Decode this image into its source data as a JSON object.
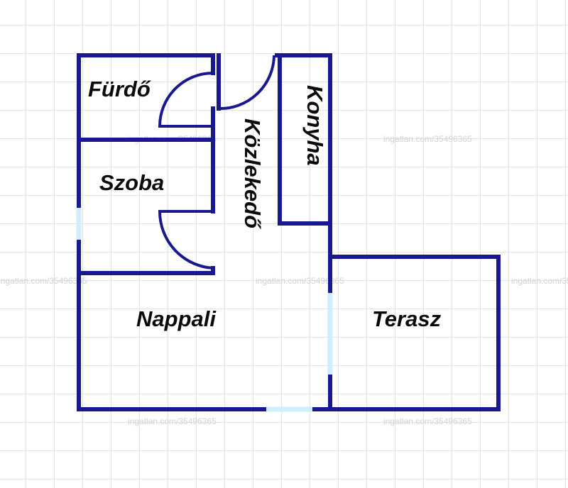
{
  "floor_plan": {
    "rooms": {
      "furdo": "Fürdő",
      "szoba": "Szoba",
      "kozlekedo": "Közlekedő",
      "konyha": "Konyha",
      "nappali": "Nappali",
      "terasz": "Terasz"
    },
    "watermark": "ingatlan.com/35496365",
    "colors": {
      "wall": "#1a1890",
      "window": "#cdeefa",
      "grid": "#e3e3e3",
      "label": "#0b0b0b"
    }
  }
}
